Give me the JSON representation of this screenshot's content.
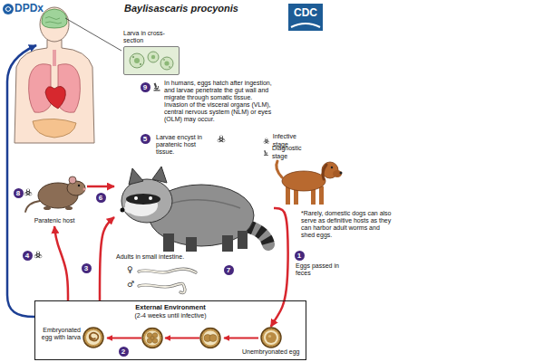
{
  "diagram": {
    "title": "Baylisascaris procyonis",
    "nodes": [
      {
        "text": [
          "Larva in cross-section"
        ]
      },
      {
        "text": [
          "Paratenic host"
        ]
      },
      {
        "text": [
          "Adults in small intestine."
        ]
      },
      {
        "text": [
          "External Environment",
          "(2-4 weeks until infective)"
        ]
      },
      {
        "text": [
          "Embryonated egg with larva"
        ],
        "in": 3
      },
      {
        "text": [
          "Unembryonated egg"
        ],
        "in": 3
      }
    ],
    "edges": [
      {
        "from": 1,
        "to": 2,
        "arrow": "to"
      },
      {
        "from": 2,
        "to": 5,
        "arrow": "to"
      },
      {
        "from": 3,
        "to": 2,
        "arrow": "to"
      },
      {
        "from": 3,
        "to": 1,
        "arrow": "to"
      }
    ],
    "labels": [
      "DPDx",
      "CDC",
      "9",
      "In humans, eggs hatch after ingestion, and larvae penetrate the gut wall and migrate through somatic tissue. Invasion of the visceral organs (VLM), central nervous system (NLM) or eyes (OLM) may occur.",
      "5",
      "Larvae encyst in paratenic host tissue.",
      "*Rarely, domestic dogs can also serve as definitive hosts as they can harbor adult worms and shed eggs.",
      "8",
      "6",
      "4",
      "3",
      "7",
      "♀",
      "♂",
      "1",
      "Eggs passed in feces",
      "2"
    ],
    "legend": [
      {
        "text": "Infective stage"
      },
      {
        "text": "Diagnostic stage"
      }
    ]
  }
}
